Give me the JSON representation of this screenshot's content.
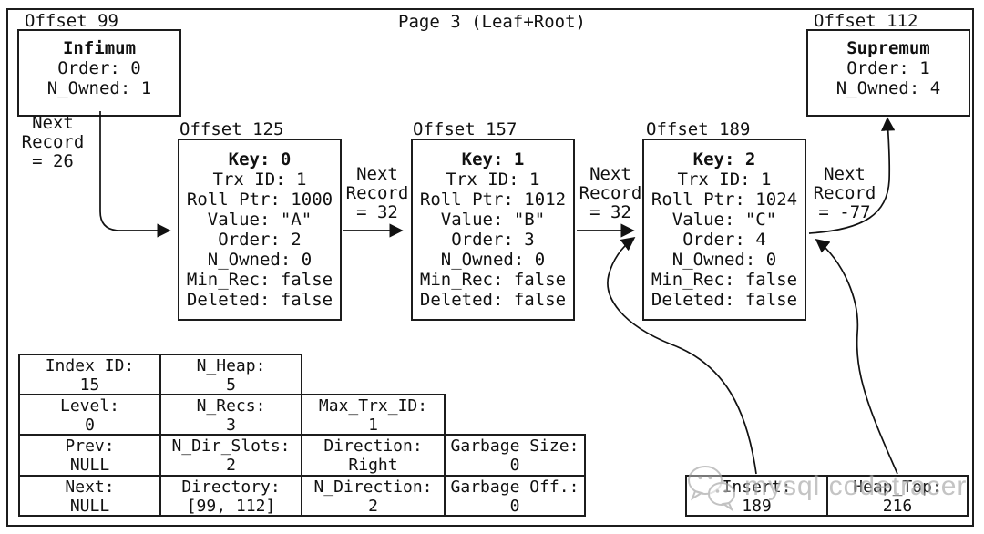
{
  "colors": {
    "ink": "#1c1c1c",
    "watermark_gray": "#aeaeae"
  },
  "title": "Page 3 (Leaf+Root)",
  "infimum": {
    "offset": "Offset 99",
    "name": "Infimum",
    "fields": [
      "Order: 0",
      "N_Owned: 1"
    ],
    "next_record": [
      "Next",
      "Record",
      "= 26"
    ]
  },
  "supremum": {
    "offset": "Offset 112",
    "name": "Supremum",
    "fields": [
      "Order: 1",
      "N_Owned: 4"
    ]
  },
  "records": [
    {
      "offset": "Offset 125",
      "key": "Key: 0",
      "fields": [
        "Trx ID: 1",
        "Roll Ptr: 1000",
        "Value: \"A\"",
        "Order: 2",
        "N_Owned: 0",
        "Min_Rec: false",
        "Deleted: false"
      ],
      "next_record": [
        "Next",
        "Record",
        "= 32"
      ]
    },
    {
      "offset": "Offset 157",
      "key": "Key: 1",
      "fields": [
        "Trx ID: 1",
        "Roll Ptr: 1012",
        "Value: \"B\"",
        "Order: 3",
        "N_Owned: 0",
        "Min_Rec: false",
        "Deleted: false"
      ],
      "next_record": [
        "Next",
        "Record",
        "= 32"
      ]
    },
    {
      "offset": "Offset 189",
      "key": "Key: 2",
      "fields": [
        "Trx ID: 1",
        "Roll Ptr: 1024",
        "Value: \"C\"",
        "Order: 4",
        "N_Owned: 0",
        "Min_Rec: false",
        "Deleted: false"
      ],
      "next_record": [
        "Next",
        "Record",
        "= -77"
      ]
    }
  ],
  "page_header": {
    "rows": [
      {
        "cells": [
          {
            "label": "Index ID:",
            "value": "15"
          },
          {
            "label": "N_Heap:",
            "value": "5"
          }
        ]
      },
      {
        "cells": [
          {
            "label": "Level:",
            "value": "0"
          },
          {
            "label": "N_Recs:",
            "value": "3"
          },
          {
            "label": "Max_Trx_ID:",
            "value": "1"
          }
        ]
      },
      {
        "cells": [
          {
            "label": "Prev:",
            "value": "NULL"
          },
          {
            "label": "N_Dir_Slots:",
            "value": "2"
          },
          {
            "label": "Direction:",
            "value": "Right"
          },
          {
            "label": "Garbage Size:",
            "value": "0"
          }
        ]
      },
      {
        "cells": [
          {
            "label": "Next:",
            "value": "NULL"
          },
          {
            "label": "Directory:",
            "value": "[99, 112]"
          },
          {
            "label": "N_Direction:",
            "value": "2"
          },
          {
            "label": "Garbage Off.:",
            "value": "0"
          }
        ]
      }
    ]
  },
  "pointers": [
    {
      "label": "Insert:",
      "value": "189"
    },
    {
      "label": "Heap_Top:",
      "value": "216"
    }
  ],
  "watermark": {
    "icon": "wechat-icon",
    "text": "mysql codetracer"
  }
}
